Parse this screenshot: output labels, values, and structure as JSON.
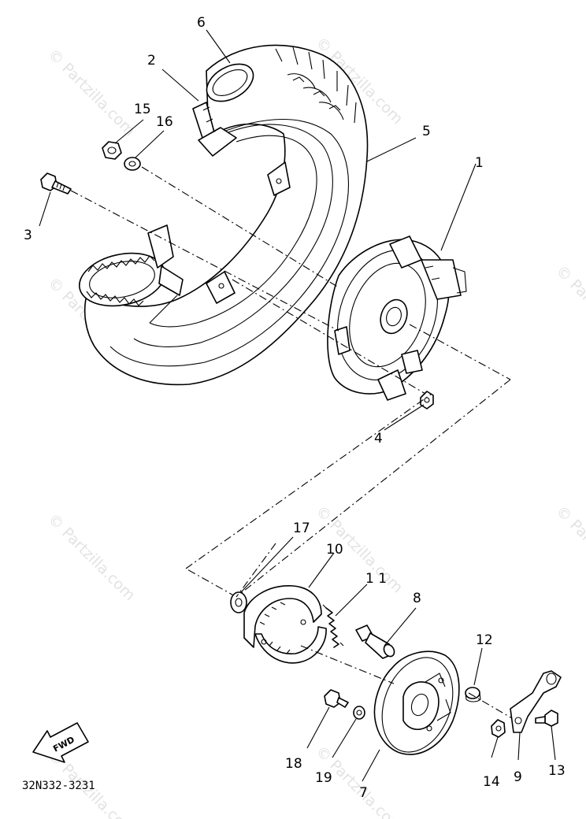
{
  "diagram": {
    "callouts": [
      {
        "id": "1",
        "label": "1"
      },
      {
        "id": "2",
        "label": "2"
      },
      {
        "id": "3",
        "label": "3"
      },
      {
        "id": "4",
        "label": "4"
      },
      {
        "id": "5",
        "label": "5"
      },
      {
        "id": "6",
        "label": "6"
      },
      {
        "id": "7",
        "label": "7"
      },
      {
        "id": "8",
        "label": "8"
      },
      {
        "id": "9",
        "label": "9"
      },
      {
        "id": "10",
        "label": "10"
      },
      {
        "id": "11",
        "label": "1 1"
      },
      {
        "id": "12",
        "label": "12"
      },
      {
        "id": "13",
        "label": "13"
      },
      {
        "id": "14",
        "label": "14"
      },
      {
        "id": "15",
        "label": "15"
      },
      {
        "id": "16",
        "label": "16"
      },
      {
        "id": "17",
        "label": "17"
      },
      {
        "id": "18",
        "label": "18"
      },
      {
        "id": "19",
        "label": "19"
      }
    ],
    "fwd_label": "FWD",
    "diagram_code": "32N332-3231",
    "watermark": "© Partzilla.com"
  }
}
